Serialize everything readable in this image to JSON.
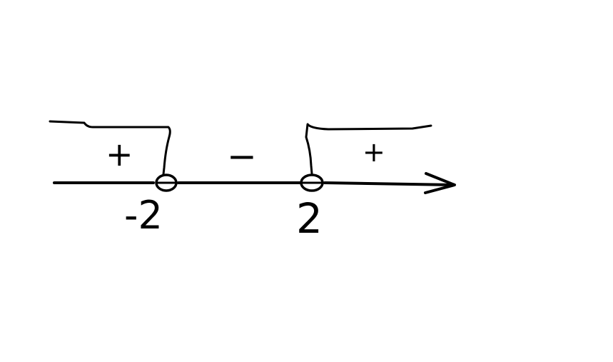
{
  "number_line": {
    "points": [
      {
        "value": -2,
        "label": "-2",
        "marker": "open-circle"
      },
      {
        "value": 2,
        "label": "2",
        "marker": "open-circle"
      }
    ],
    "signs": {
      "left": "+",
      "middle": "−",
      "right": "+"
    }
  },
  "colors": {
    "ink": "#000000",
    "background": "#ffffff"
  }
}
